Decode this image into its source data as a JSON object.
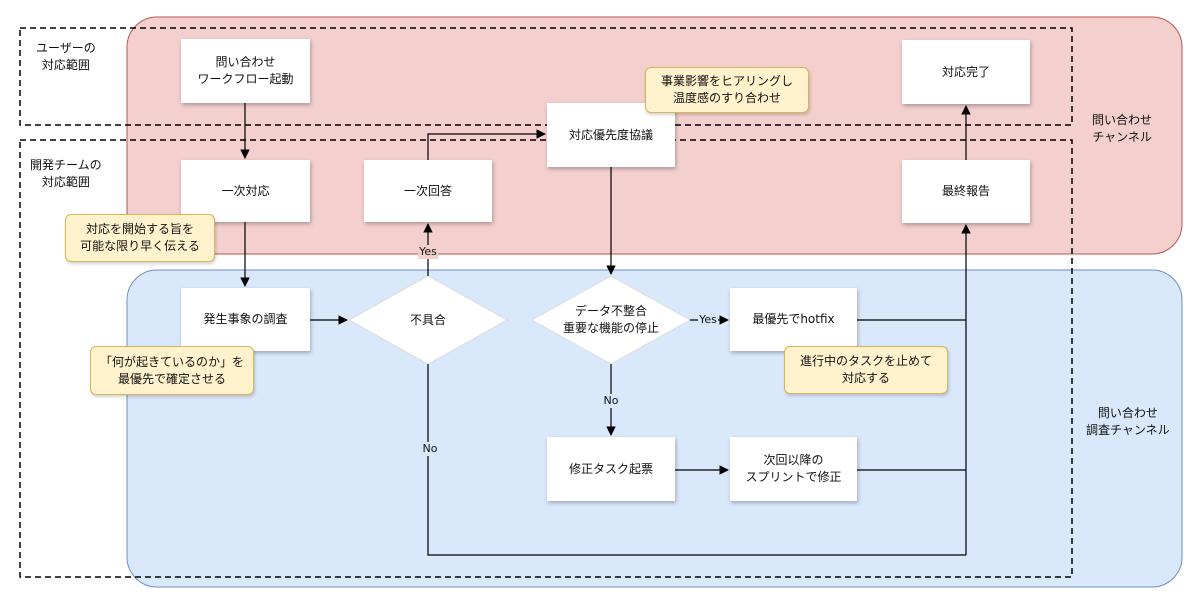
{
  "zones": {
    "user_scope": "ユーザーの\n対応範囲",
    "dev_scope": "開発チームの\n対応範囲",
    "inquiry_channel": "問い合わせ\nチャンネル",
    "investigation_channel": "問い合わせ\n調査チャンネル"
  },
  "nodes": {
    "start": "問い合わせ\nワークフロー起動",
    "first_response": "一次対応",
    "first_answer": "一次回答",
    "priority_meeting": "対応優先度協議",
    "done": "対応完了",
    "final_report": "最終報告",
    "investigate": "発生事象の調査",
    "defect": "不具合",
    "critical": "データ不整合\n重要な機能の停止",
    "hotfix": "最優先でhotfix",
    "fix_ticket": "修正タスク起票",
    "next_sprint": "次回以降の\nスプリントで修正"
  },
  "notes": {
    "hearing": "事業影響をヒアリングし\n温度感のすり合わせ",
    "tell_start": "対応を開始する旨を\n可能な限り早く伝える",
    "confirm": "「何が起きているのか」を\n最優先で確定させる",
    "stop_task": "進行中のタスクを止めて\n対応する"
  },
  "edge_labels": {
    "defect_yes": "Yes",
    "defect_no": "No",
    "critical_yes": "Yes",
    "critical_no": "No"
  },
  "colors": {
    "channel_fill": "#f3cfcd",
    "channel_stroke": "#b85450",
    "investigation_fill": "#dae8fc",
    "investigation_stroke": "#6c8ebf",
    "note_fill": "#fff2cc",
    "note_stroke": "#d6b656"
  }
}
